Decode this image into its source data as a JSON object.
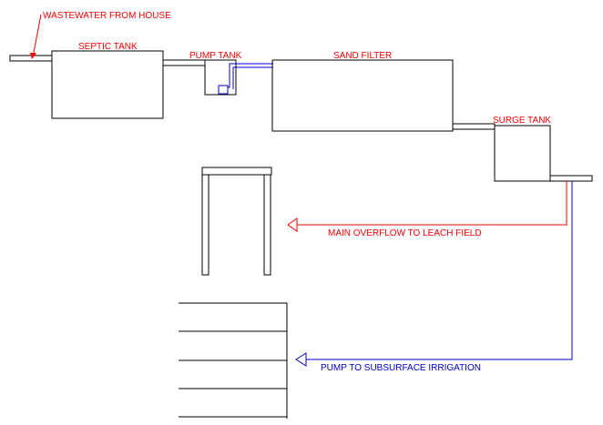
{
  "colors": {
    "label_red": "#ff0000",
    "flow_red": "#ff0000",
    "flow_blue": "#0000cc",
    "outline": "#000000",
    "background": "#ffffff"
  },
  "labels": {
    "wastewater": "WASTEWATER FROM HOUSE",
    "septic_tank": "SEPTIC TANK",
    "pump_tank": "PUMP TANK",
    "sand_filter": "SAND FILTER",
    "surge_tank": "SURGE TANK",
    "overflow": "MAIN OVERFLOW TO LEACH FIELD",
    "irrigation": "PUMP TO SUBSURFACE IRRIGATION"
  }
}
